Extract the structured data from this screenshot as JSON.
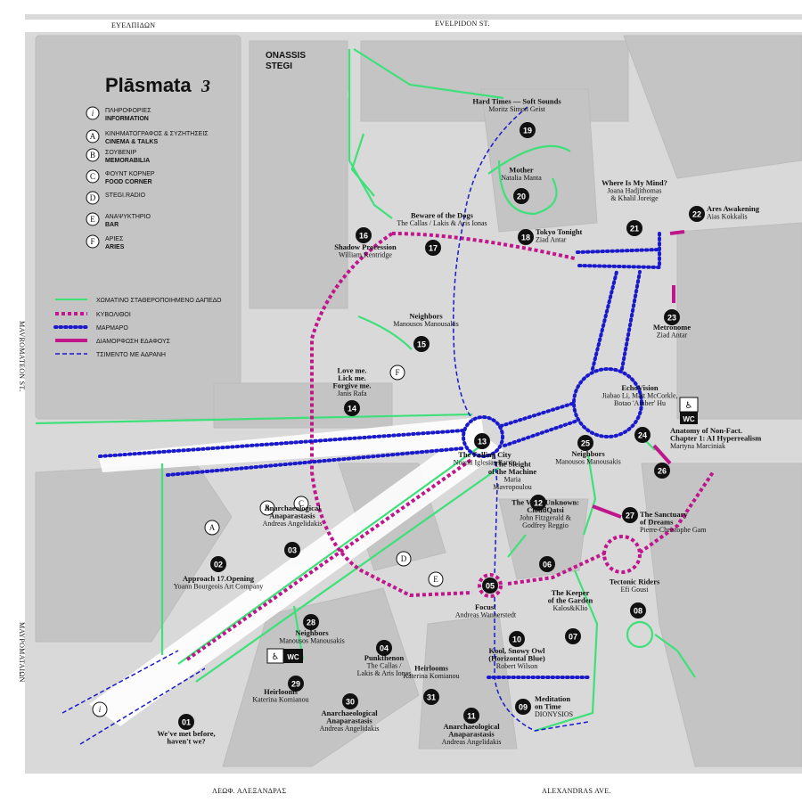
{
  "brand": {
    "title": "Plāsmata",
    "edition": "3",
    "venue_line1": "ONASSIS",
    "venue_line2": "STEGI"
  },
  "streets": {
    "top_gr": "ΕΥΕΛΠΙΔΩΝ",
    "top_en": "EVELPIDON ST.",
    "left_top": "MAVROMATEON ST.",
    "left_bottom": "ΜΑΥΡΟΜΑΤΑΙΩΝ",
    "bottom_gr": "ΛΕΩΦ. ΑΛΕΞΑΝΔΡΑΣ",
    "bottom_en": "ALEXANDRAS AVE."
  },
  "facilities": [
    {
      "key": "i",
      "gr": "ΠΛΗΡΟΦΟΡΙΕΣ",
      "en": "INFORMATION"
    },
    {
      "key": "A",
      "gr": "ΚΙΝΗΜΑΤΟΓΡΑΦΟΣ & ΣΥΖΗΤΗΣΕΙΣ",
      "en": "CINEMA & TALKS"
    },
    {
      "key": "B",
      "gr": "ΣΟΥΒΕΝΙΡ",
      "en": "MEMORABILIA"
    },
    {
      "key": "C",
      "gr": "ΦΟΥΝΤ ΚΟΡΝΕΡ",
      "en": "FOOD CORNER"
    },
    {
      "key": "D",
      "gr": "STEGI.RADIO",
      "en": ""
    },
    {
      "key": "E",
      "gr": "ΑΝΑΨΥΚΤΗΡΙΟ",
      "en": "BAR"
    },
    {
      "key": "F",
      "gr": "ΑΡΙΕΣ",
      "en": "ARIES"
    }
  ],
  "paths": [
    {
      "label": "ΧΩΜΑΤΙΝΟ ΣΤΑΘΕΡΟΠΟΙΗΜΕΝΟ ΔΑΠΕΔΟ",
      "color": "#3ee07a",
      "style": "solid-thin"
    },
    {
      "label": "ΚΥΒΟΛΙΘΟΙ",
      "color": "#c0168c",
      "style": "dashed-thick"
    },
    {
      "label": "ΜΑΡΜΑΡΟ",
      "color": "#1a1acc",
      "style": "dotted"
    },
    {
      "label": "ΔΙΑΜΟΡΦΩΣΗ ΕΔΑΦΟΥΣ",
      "color": "#c0168c",
      "style": "solid-thick"
    },
    {
      "label": "ΤΣΙΜΕΝΤΟ ΜΕ ΑΔΡΑΝΗ",
      "color": "#1a1acc",
      "style": "dashed-thin"
    }
  ],
  "wc": "WC",
  "pois": [
    {
      "n": "01",
      "t": "We've met before,",
      "t2": "haven't we?",
      "a": ""
    },
    {
      "n": "02",
      "t": "Approach 17.Opening",
      "t2": "",
      "a": "Yoann Bourgeois Art Company"
    },
    {
      "n": "03",
      "t": "Anarchaeological",
      "t2": "Anaparastasis",
      "a": "Andreas Angelidakis"
    },
    {
      "n": "04",
      "t": "Punkthenon",
      "t2": "",
      "a": "The Callas /",
      "a2": "Lakis & Aris Ionas"
    },
    {
      "n": "05",
      "t": "Focus!",
      "t2": "",
      "a": "Andreas Wannerstedt"
    },
    {
      "n": "06",
      "t": "The Vivid Unknown:",
      "t2": "CloudQatsi",
      "a": "John Fitzgerald &",
      "a2": "Godfrey Reggio"
    },
    {
      "n": "07",
      "t": "The Keeper",
      "t2": "of the Garden",
      "a": "Kalos&Klio"
    },
    {
      "n": "08",
      "t": "Tectonic Riders",
      "t2": "",
      "a": "Efi Gousi"
    },
    {
      "n": "09",
      "t": "Meditation",
      "t2": "on Time",
      "a": "DIONYSIOS"
    },
    {
      "n": "10",
      "t": "Kool, Snowy Owl",
      "t2": "(Horizontal Blue)",
      "a": "Robert Wilson"
    },
    {
      "n": "11",
      "t": "Anarchaeological",
      "t2": "Anaparastasis",
      "a": "Andreas Angelidakis"
    },
    {
      "n": "12",
      "t": "The Sleight",
      "t2": "of the Machine",
      "a": "Maria",
      "a2": "Mavropoulou"
    },
    {
      "n": "13",
      "t": "The Falling City",
      "t2": "",
      "a": "Noemi Iglesias Barrio"
    },
    {
      "n": "14",
      "t": "Love me.",
      "t2": "Lick me.",
      "t3": "Forgive me.",
      "a": "Janis Rafa"
    },
    {
      "n": "15",
      "t": "Neighbors",
      "t2": "",
      "a": "Manousos Manousakis"
    },
    {
      "n": "16",
      "t": "Shadow Procession",
      "t2": "",
      "a": "William Kentridge"
    },
    {
      "n": "17",
      "t": "Beware of the Dogs",
      "t2": "",
      "a": "The Callas / Lakis & Aris Ionas"
    },
    {
      "n": "18",
      "t": "Tokyo Tonight",
      "t2": "",
      "a": "Ziad Antar"
    },
    {
      "n": "19",
      "t": "Hard Times — Soft Sounds",
      "t2": "",
      "a": "Moritz Simon Geist"
    },
    {
      "n": "20",
      "t": "Mother",
      "t2": "",
      "a": "Natalia Manta"
    },
    {
      "n": "21",
      "t": "Where Is My Mind?",
      "t2": "",
      "a": "Joana Hadjithomas",
      "a2": "& Khalil Joreige"
    },
    {
      "n": "22",
      "t": "Ares Awakening",
      "t2": "",
      "a": "Aias Kokkalis"
    },
    {
      "n": "23",
      "t": "Metronome",
      "t2": "",
      "a": "Ziad Antar"
    },
    {
      "n": "24",
      "t": "EchoVision",
      "t2": "",
      "a": "Jiabao Li, Matt McCorkle,",
      "a2": "Botao 'Amber' Hu"
    },
    {
      "n": "25",
      "t": "Neighbors",
      "t2": "",
      "a": "Manousos Manousakis"
    },
    {
      "n": "26",
      "t": "Anatomy of Non-Fact.",
      "t2": "Chapter 1: AI Hyperrealism",
      "a": "Martyna Marciniak"
    },
    {
      "n": "27",
      "t": "The Sanctuary",
      "t2": "of Dreams",
      "a": "Pierre-Christophe Gam"
    },
    {
      "n": "28",
      "t": "Neighbors",
      "t2": "",
      "a": "Manousos Manousakis"
    },
    {
      "n": "29",
      "t": "Heirlooms",
      "t2": "",
      "a": "Katerina Komianou"
    },
    {
      "n": "30",
      "t": "Anarchaeological",
      "t2": "Anaparastasis",
      "a": "Andreas Angelidakis"
    },
    {
      "n": "31",
      "t": "Heirlooms",
      "t2": "",
      "a": "Katerina Komianou"
    }
  ],
  "colors": {
    "ground": "#d9d9d9",
    "block": "#c4c4c4",
    "road": "#ffffff",
    "green": "#3ee07a",
    "magenta": "#c0168c",
    "blue": "#1a1acc",
    "marker": "#111111"
  }
}
